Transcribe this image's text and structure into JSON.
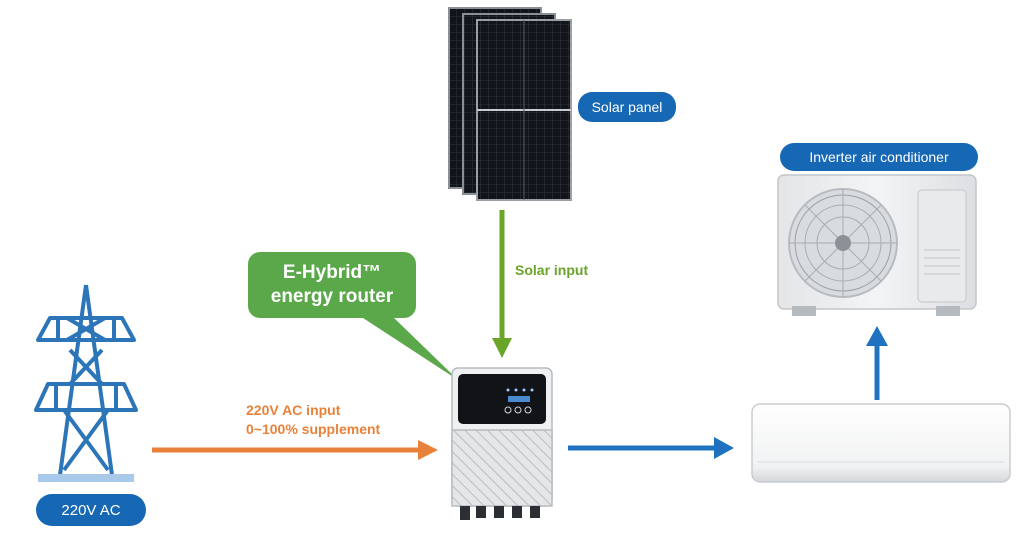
{
  "labels": {
    "solar_panel": "Solar panel",
    "inverter_ac": "Inverter air conditioner",
    "ac_source": "220V AC",
    "solar_input": "Solar input",
    "ac_input_line1": "220V AC input",
    "ac_input_line2": "0~100% supplement",
    "router_line1": "E-Hybrid™",
    "router_line2": "energy router"
  },
  "colors": {
    "pill_blue": "#1768b4",
    "solar_arrow_green": "#6aa428",
    "callout_green": "#5aa84a",
    "ac_arrow_orange": "#e8823a",
    "output_arrow_blue": "#1f72c0",
    "tower_blue": "#2b75b8"
  },
  "icons": {
    "tower": "power-transmission-tower-icon",
    "solar": "solar-panel-stack",
    "router": "energy-router-device",
    "outdoor_unit": "ac-outdoor-unit",
    "indoor_unit": "ac-indoor-unit"
  }
}
